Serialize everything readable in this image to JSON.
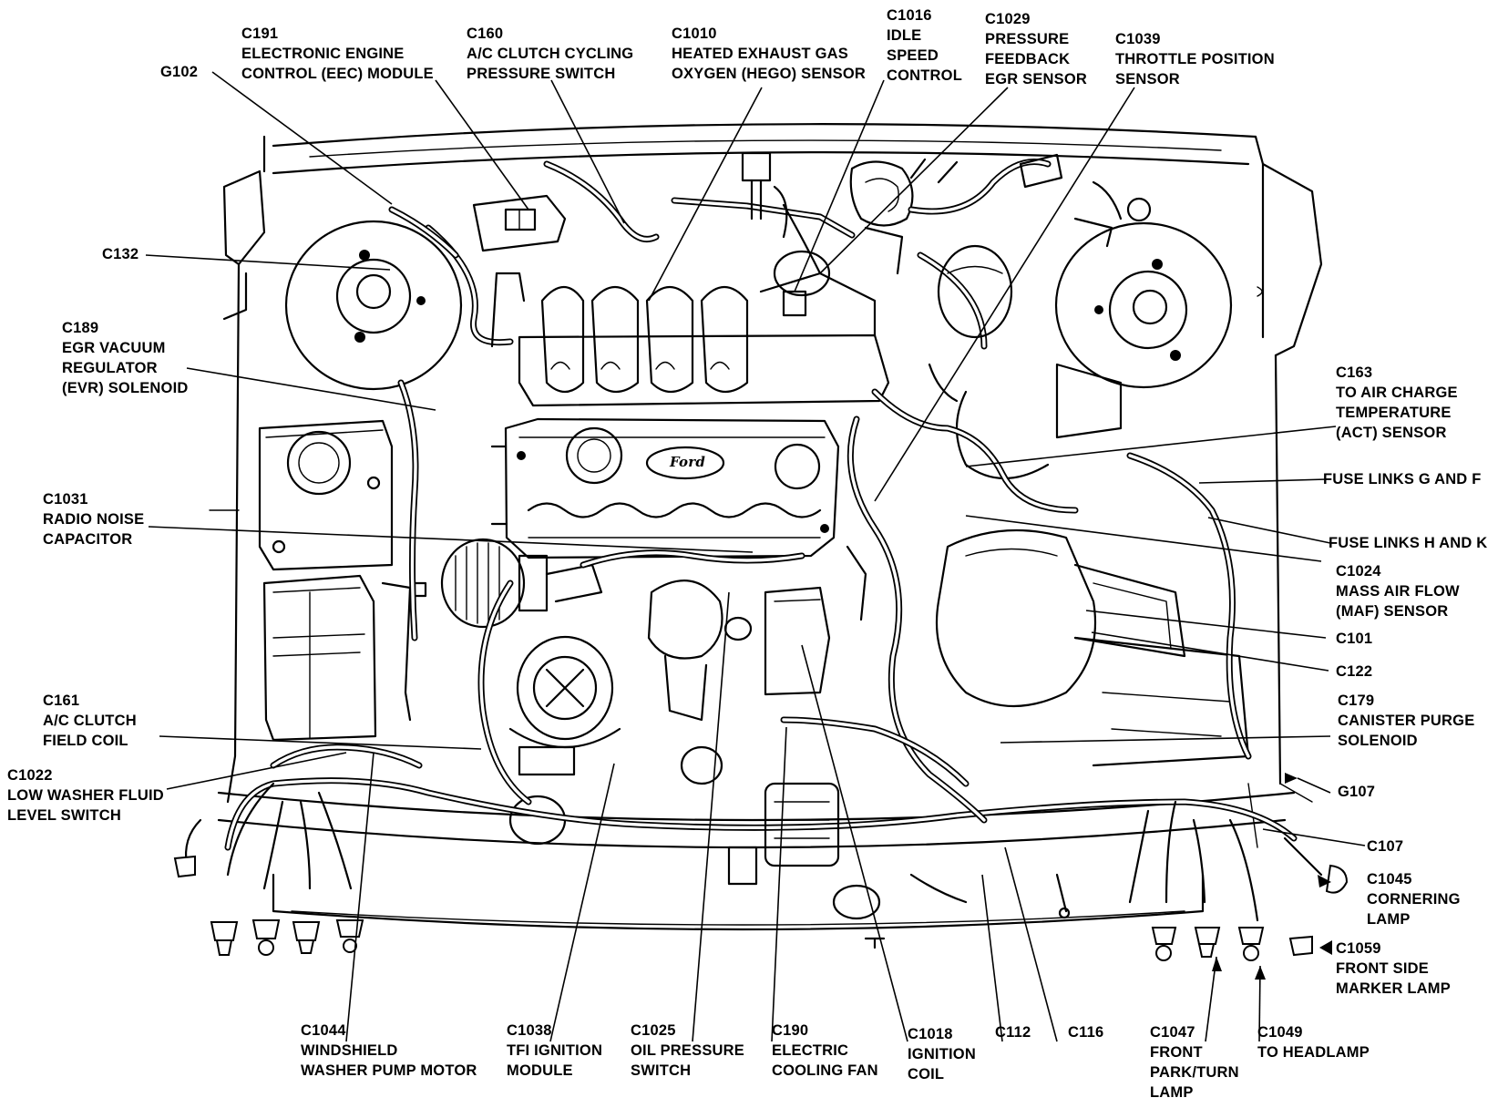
{
  "labels": {
    "g102": "G102",
    "c191": "C191\nELECTRONIC ENGINE\nCONTROL (EEC) MODULE",
    "c160": "C160\nA/C CLUTCH CYCLING\nPRESSURE SWITCH",
    "c1010": "C1010\nHEATED EXHAUST GAS\nOXYGEN (HEGO) SENSOR",
    "c1016": "C1016\nIDLE\nSPEED\nCONTROL",
    "c1029": "C1029\nPRESSURE\nFEEDBACK\nEGR SENSOR",
    "c1039": "C1039\nTHROTTLE POSITION\nSENSOR",
    "c132": "C132",
    "c189": "C189\nEGR VACUUM\nREGULATOR\n(EVR) SOLENOID",
    "c163": "C163\nTO AIR CHARGE\nTEMPERATURE\n(ACT) SENSOR",
    "fuse_gf": "FUSE LINKS G AND F",
    "fuse_hk": "FUSE LINKS H AND K",
    "c1031": "C1031\nRADIO NOISE\nCAPACITOR",
    "c1024": "C1024\nMASS AIR FLOW\n(MAF) SENSOR",
    "c101": "C101",
    "c122": "C122",
    "c161": "C161\nA/C CLUTCH\nFIELD COIL",
    "c179": "C179\nCANISTER PURGE\nSOLENOID",
    "c1022": "C1022\nLOW WASHER FLUID\nLEVEL SWITCH",
    "g107": "G107",
    "c107": "C107",
    "c1045": "C1045\nCORNERING\nLAMP",
    "c1059": "C1059\nFRONT SIDE\nMARKER LAMP",
    "c1044": "C1044\nWINDSHIELD\nWASHER PUMP MOTOR",
    "c1038": "C1038\nTFI IGNITION\nMODULE",
    "c1025": "C1025\nOIL PRESSURE\nSWITCH",
    "c190": "C190\nELECTRIC\nCOOLING FAN",
    "c1018": "C1018\nIGNITION\nCOIL",
    "c112": "C112",
    "c116": "C116",
    "c1047": "C1047\nFRONT\nPARK/TURN\nLAMP",
    "c1049": "C1049\nTO HEADLAMP"
  },
  "engine_badge": "Ford"
}
